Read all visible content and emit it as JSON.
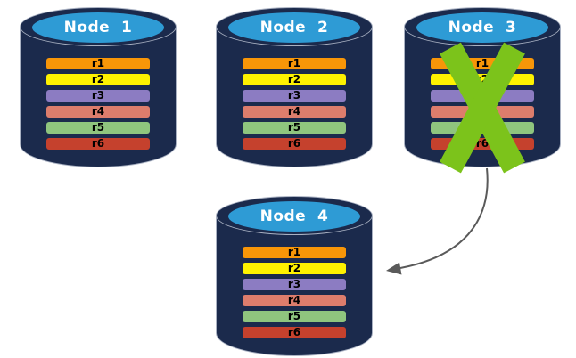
{
  "diagram": {
    "background": "#FFFFFF",
    "colors": {
      "cylinder_body": "#1B2A4C",
      "cylinder_top": "#2E9BD5",
      "cylinder_outline": "#A9B1C2",
      "node_title_text": "#FFFFFF",
      "replica_label_text": "#000000",
      "failure_x": "#7CC31B",
      "arrow": "#5A5A5A"
    },
    "nodes": [
      {
        "title": "Node  1",
        "failed": false,
        "replicas": [
          {
            "label": "r1",
            "color": "#F89608"
          },
          {
            "label": "r2",
            "color": "#FEF200"
          },
          {
            "label": "r3",
            "color": "#8C7CC2"
          },
          {
            "label": "r4",
            "color": "#DD7D6C"
          },
          {
            "label": "r5",
            "color": "#8FC57E"
          },
          {
            "label": "r6",
            "color": "#C5412D"
          }
        ]
      },
      {
        "title": "Node  2",
        "failed": false,
        "replicas": [
          {
            "label": "r1",
            "color": "#F89608"
          },
          {
            "label": "r2",
            "color": "#FEF200"
          },
          {
            "label": "r3",
            "color": "#8C7CC2"
          },
          {
            "label": "r4",
            "color": "#DD7D6C"
          },
          {
            "label": "r5",
            "color": "#8FC57E"
          },
          {
            "label": "r6",
            "color": "#C5412D"
          }
        ]
      },
      {
        "title": "Node  3",
        "failed": true,
        "replicas": [
          {
            "label": "r1",
            "color": "#F89608"
          },
          {
            "label": "r2",
            "color": "#FEF200"
          },
          {
            "label": "r3",
            "color": "#8C7CC2"
          },
          {
            "label": "r4",
            "color": "#DD7D6C"
          },
          {
            "label": "r5",
            "color": "#8FC57E"
          },
          {
            "label": "r6",
            "color": "#C5412D"
          }
        ]
      },
      {
        "title": "Node  4",
        "failed": false,
        "replicas": [
          {
            "label": "r1",
            "color": "#F89608"
          },
          {
            "label": "r2",
            "color": "#FEF200"
          },
          {
            "label": "r3",
            "color": "#8C7CC2"
          },
          {
            "label": "r4",
            "color": "#DD7D6C"
          },
          {
            "label": "r5",
            "color": "#8FC57E"
          },
          {
            "label": "r6",
            "color": "#C5412D"
          }
        ]
      }
    ],
    "failure_x": {
      "on_node": "Node  3",
      "color": "#7CC31B"
    },
    "arrow": {
      "from": "Node  3",
      "to": "Node  4",
      "color": "#5A5A5A"
    }
  }
}
